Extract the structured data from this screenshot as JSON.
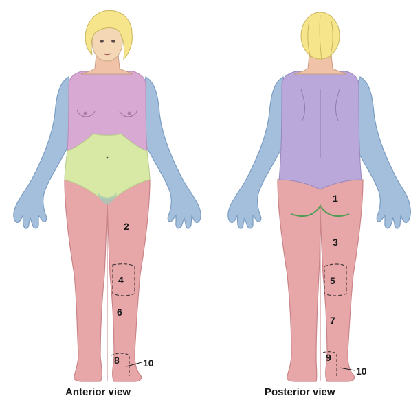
{
  "colors": {
    "arm": "#a3bfdc",
    "arm_stroke": "#7a9cc2",
    "leg": "#e7a6a8",
    "leg_stroke": "#c98488",
    "chest": "#d7a9d3",
    "back": "#b9a8d9",
    "abdomen": "#d8e9a6",
    "skin": "#f4d7b4",
    "neck": "#f0c3a8",
    "hair": "#f7e58c",
    "outline": "#5a4a4a",
    "gluteal_fold": "#4f9d54"
  },
  "figures": [
    {
      "caption": "Anterior view",
      "labels": [
        "2",
        "4",
        "6",
        "8",
        "10"
      ]
    },
    {
      "caption": "Posterior view",
      "labels": [
        "1",
        "3",
        "5",
        "7",
        "9",
        "10"
      ]
    }
  ]
}
